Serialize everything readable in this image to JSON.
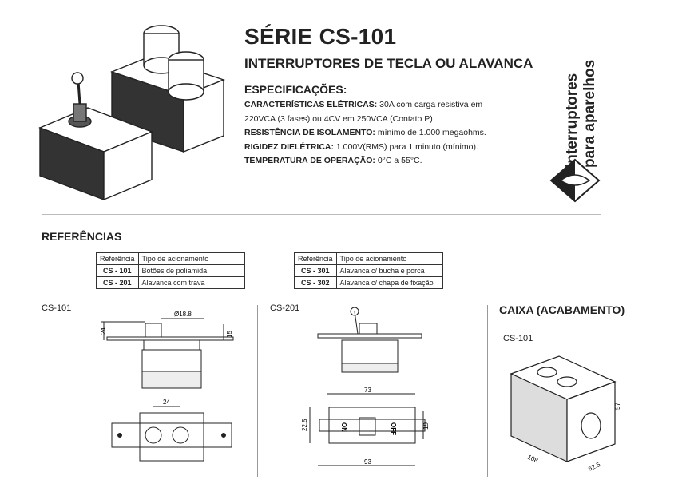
{
  "header": {
    "title": "SÉRIE CS-101",
    "subtitle": "INTERRUPTORES DE TECLA OU ALAVANCA",
    "spec_heading": "ESPECIFICAÇÕES:"
  },
  "specs": [
    {
      "label": "CARACTERÍSTICAS ELÉTRICAS:",
      "value": " 30A com carga resistiva em 220VCA (3 fases) ou 4CV em 250VCA (Contato P)."
    },
    {
      "label": "RESISTÊNCIA DE ISOLAMENTO:",
      "value": " mínimo de 1.000 megaohms."
    },
    {
      "label": "RIGIDEZ DIELÉTRICA:",
      "value": " 1.000V(RMS) para 1 minuto (mínimo)."
    },
    {
      "label": "TEMPERATURA DE OPERAÇÃO:",
      "value": " 0°C a 55°C."
    }
  ],
  "brand": {
    "line1": "interruptores",
    "line2": "para aparelhos"
  },
  "references": {
    "heading": "REFERÊNCIAS",
    "col_ref": "Referência",
    "col_type": "Tipo de  acionamento",
    "table1": [
      {
        "code": "CS - 101",
        "type": "Botões de poliamida"
      },
      {
        "code": "CS - 201",
        "type": "Alavanca com trava"
      }
    ],
    "table2": [
      {
        "code": "CS - 301",
        "type": "Alavanca c/ bucha e porca"
      },
      {
        "code": "CS - 302",
        "type": "Alavanca c/ chapa de fixação"
      }
    ]
  },
  "drawings": {
    "cs101_label": "CS-101",
    "cs201_label": "CS-201",
    "caixa_heading": "CAIXA (ACABAMENTO)",
    "caixa_label": "CS-101",
    "dims_cs101": {
      "d1": "Ø18.8",
      "h1": "24",
      "h2": "15",
      "w1": "24"
    },
    "dims_cs201": {
      "w1": "73",
      "w2": "93",
      "h1": "22.5",
      "h2": "19",
      "on": "ON",
      "off": "OFF"
    },
    "dims_box": {
      "w": "108",
      "d": "62.5",
      "h": "57"
    }
  }
}
